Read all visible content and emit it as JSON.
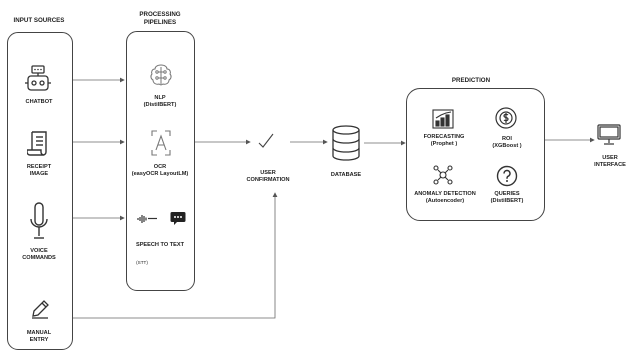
{
  "headers": {
    "input_sources": "INPUT SOURCES",
    "processing_pipelines": "PROCESSING\nPIPELINES",
    "prediction": "PREDICTION"
  },
  "inputs": {
    "chatbot": "CHATBOT",
    "receipt_image": "RECEIPT\nIMAGE",
    "voice_commands": "VOICE\nCOMMANDS",
    "manual_entry": "MANUAL\nENTRY"
  },
  "pipelines": {
    "nlp": "NLP\n(DistilBERT)",
    "ocr": "OCR\n(easyOCR LayoutLM)",
    "speech_to_text": "SPEECH TO TEXT",
    "stt": "(STT)"
  },
  "flow": {
    "user_confirmation": "USER\nCONFIRMATION",
    "database": "DATABASE",
    "user_interface": "USER\nINTERFACE"
  },
  "predictions": {
    "forecasting": "FORECASTING\n(Prophet )",
    "roi": "ROI\n(XGBoost )",
    "anomaly_detection": "ANOMALY DETECTION\n(Autoencoder)",
    "queries": "QUERIES\n(DistilBERT)"
  },
  "icons": {
    "chatbot": "robot-icon",
    "receipt": "receipt-icon",
    "voice": "microphone-icon",
    "manual": "pencil-icon",
    "nlp": "brain-circuit-icon",
    "ocr": "ocr-scan-icon",
    "waveform": "waveform-icon",
    "chat": "chat-bubble-icon",
    "check": "checkmark-icon",
    "database": "database-icon",
    "forecasting": "bar-chart-icon",
    "roi": "roi-dollar-icon",
    "anomaly": "anomaly-icon",
    "queries": "question-icon",
    "monitor": "monitor-icon"
  }
}
